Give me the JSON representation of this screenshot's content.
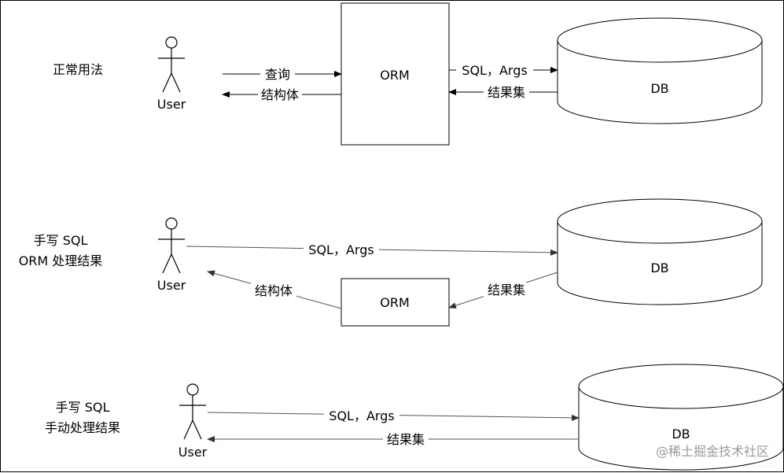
{
  "rows": [
    {
      "label_lines": [
        "正常用法"
      ],
      "actor": "User",
      "edges": [
        {
          "label": "查询"
        },
        {
          "label": "结构体"
        },
        {
          "label": "SQL，Args"
        },
        {
          "label": "结果集"
        }
      ],
      "orm_label": "ORM",
      "db_label": "DB"
    },
    {
      "label_lines": [
        "手写 SQL",
        "ORM 处理结果"
      ],
      "actor": "User",
      "edges": [
        {
          "label": "SQL，Args"
        },
        {
          "label": "结果集"
        },
        {
          "label": "结构体"
        }
      ],
      "orm_label": "ORM",
      "db_label": "DB"
    },
    {
      "label_lines": [
        "手写 SQL",
        "手动处理结果"
      ],
      "actor": "User",
      "edges": [
        {
          "label": "SQL，Args"
        },
        {
          "label": "结果集"
        }
      ],
      "db_label": "DB"
    }
  ],
  "watermark": "@稀土掘金技术社区"
}
